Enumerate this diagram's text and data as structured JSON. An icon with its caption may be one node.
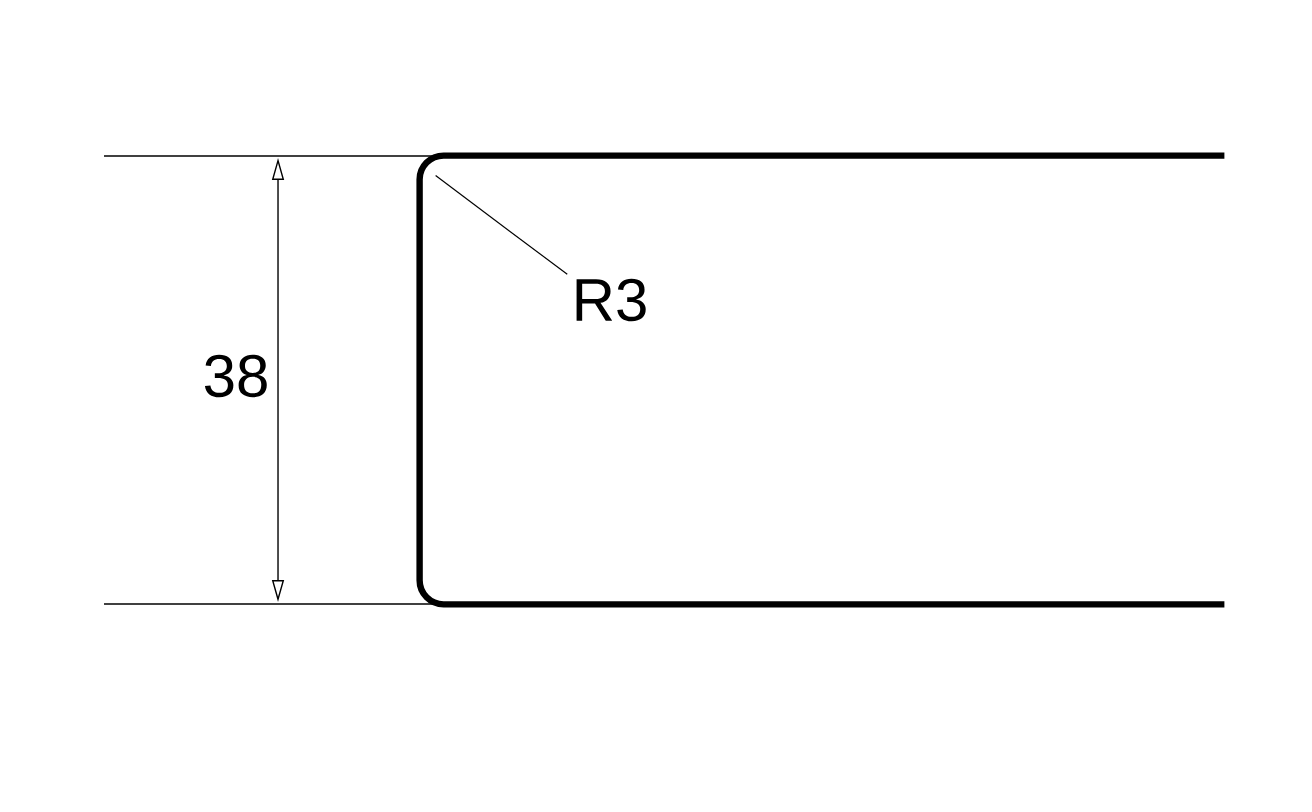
{
  "diagram": {
    "nodes": [
      {
        "text": [],
        "shape": "box"
      },
      {
        "text": [
          "R3"
        ],
        "in": 0
      }
    ],
    "edges": [
      {
        "from": 1,
        "to": 0,
        "arrow": "none"
      }
    ],
    "labels": [
      "38"
    ]
  }
}
